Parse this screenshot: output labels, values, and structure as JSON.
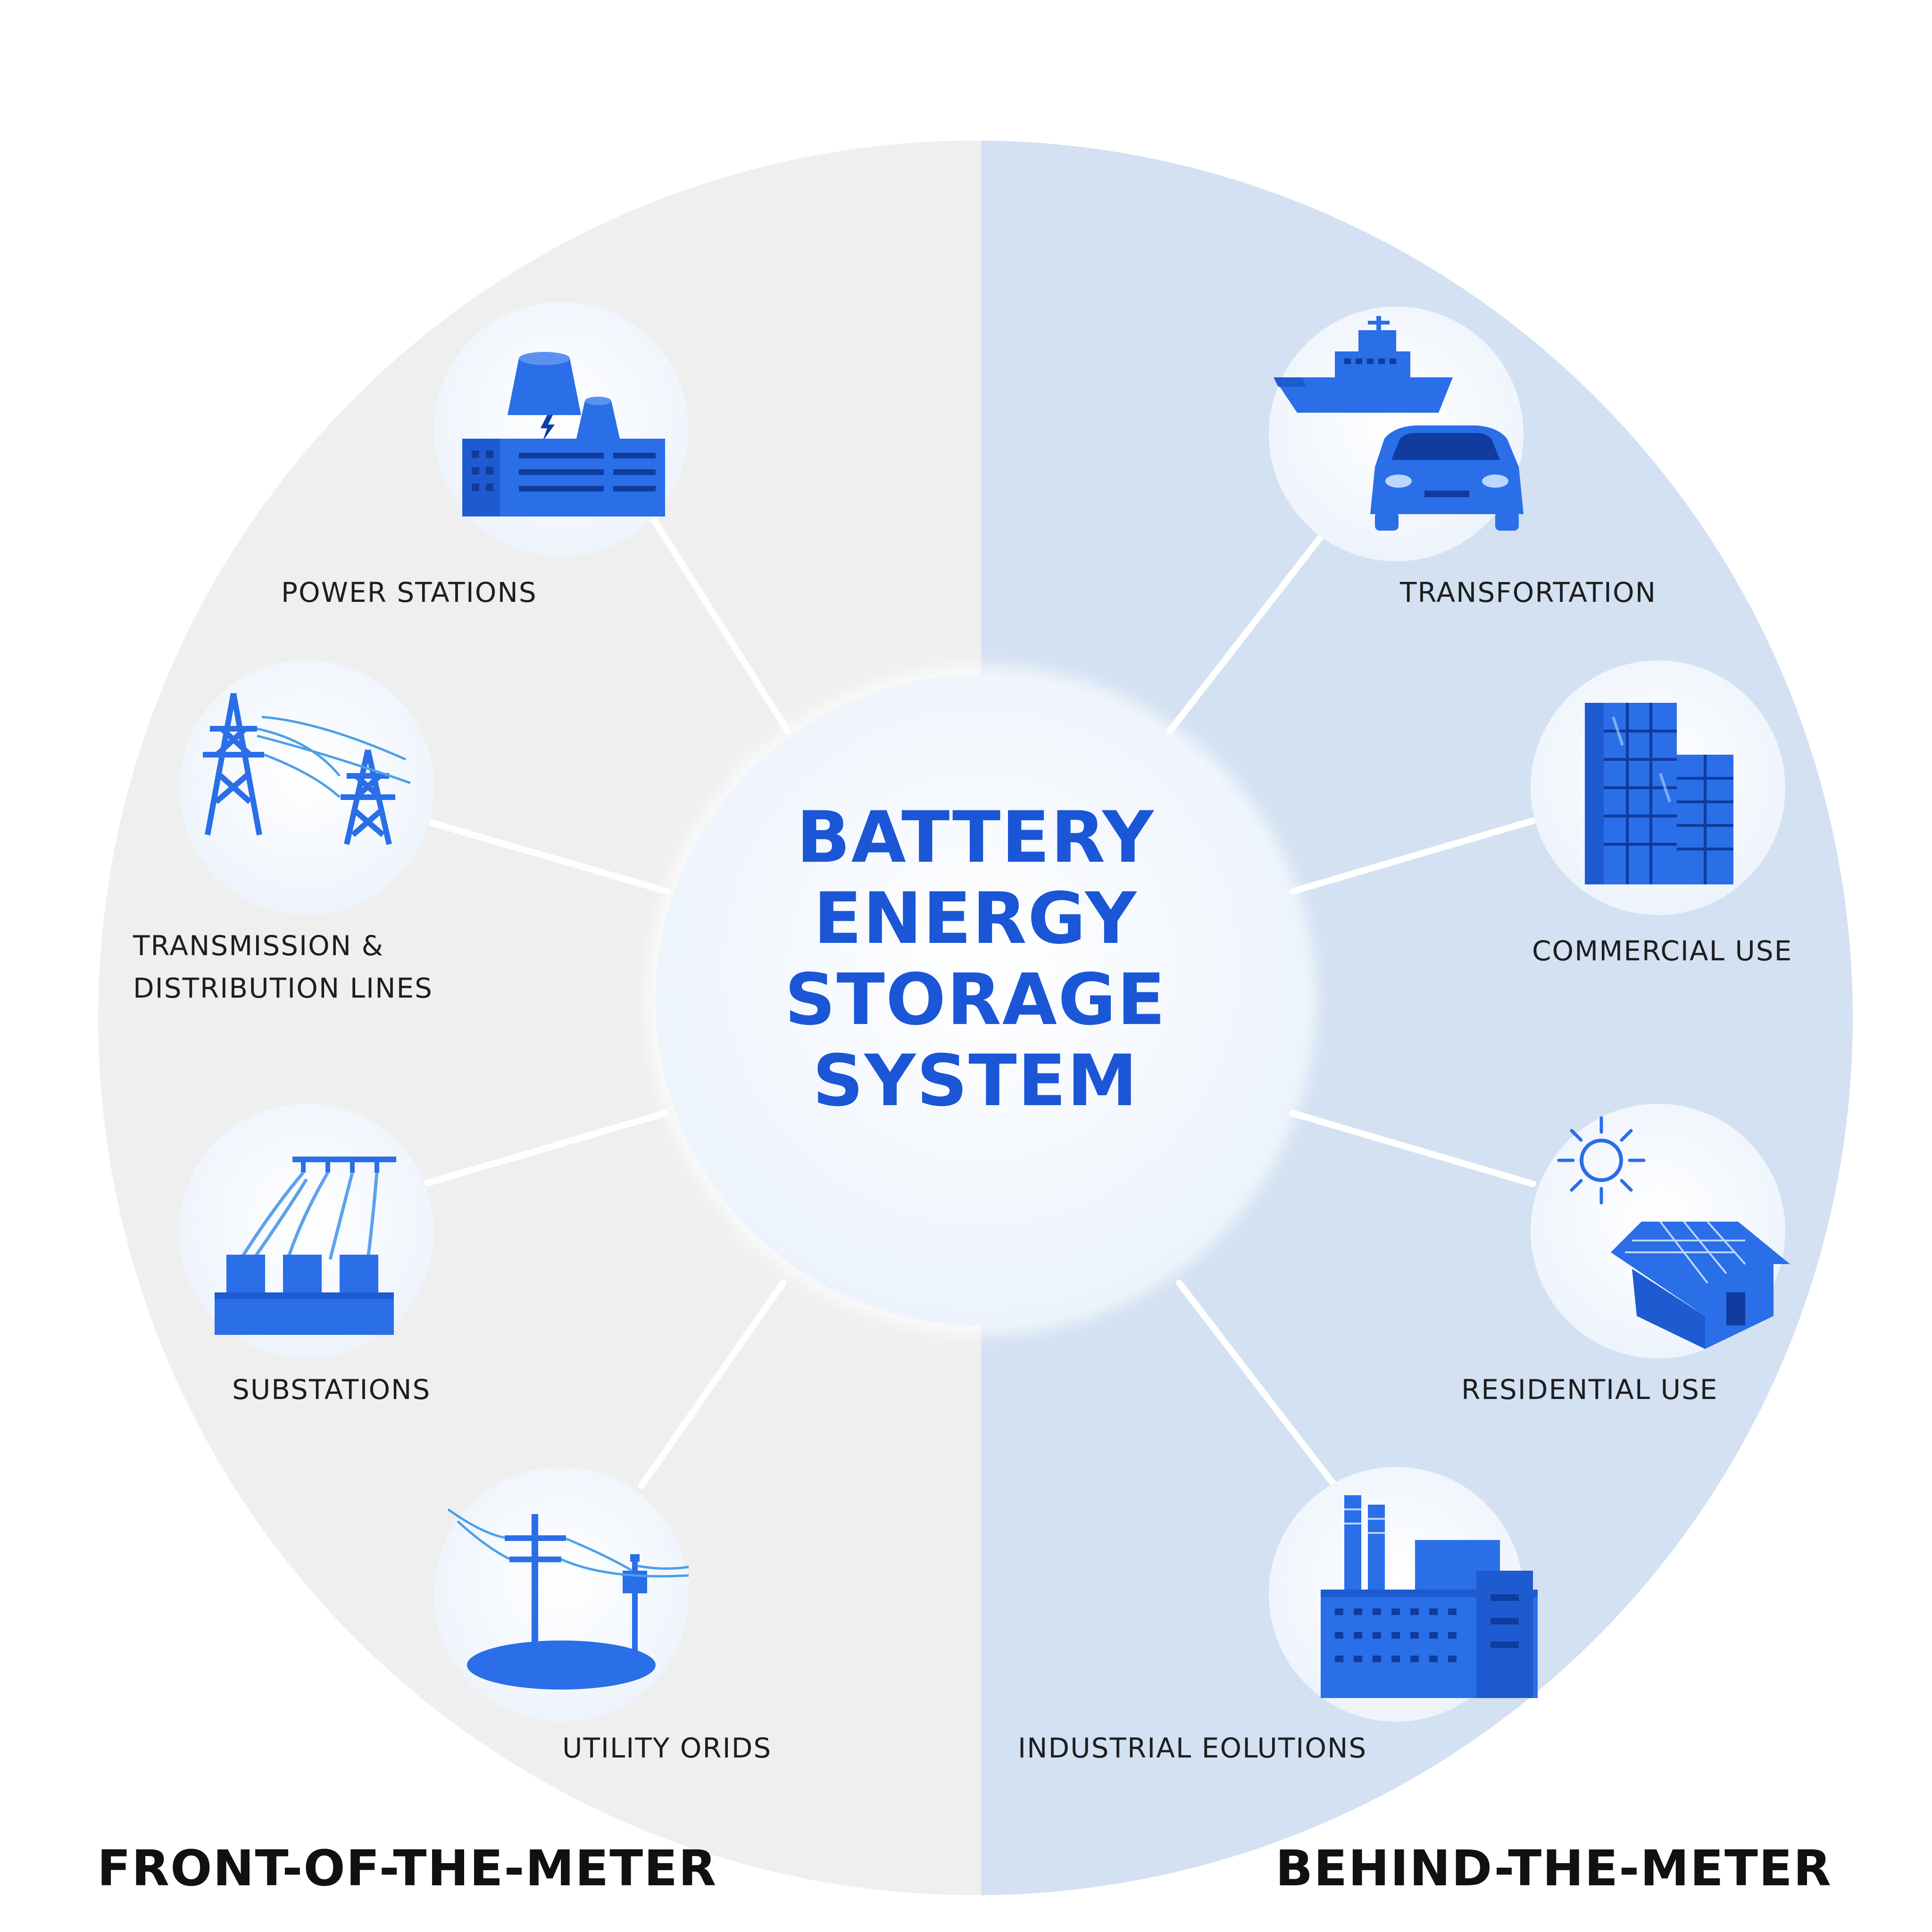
{
  "center": {
    "lines": [
      "BATTERY",
      "ENERGY",
      "STORAGE",
      "SYSTEM"
    ]
  },
  "left": {
    "title": "FRONT-OF-THE-METER",
    "items": [
      {
        "label": "POWER STATIONS",
        "icon": "power-station-icon"
      },
      {
        "label_lines": [
          "TRANSMISSION &",
          "DISTRIBUTION LINES"
        ],
        "icon": "transmission-tower-icon"
      },
      {
        "label": "SUBSTATIONS",
        "icon": "substation-icon"
      },
      {
        "label": "UTILITY ORIDS",
        "icon": "utility-pole-icon"
      }
    ]
  },
  "right": {
    "title": "BEHIND-THE-METER",
    "items": [
      {
        "label": "TRANSFORTATION",
        "icon": "ship-and-car-icon"
      },
      {
        "label": "COMMERCIAL USE",
        "icon": "office-building-icon"
      },
      {
        "label": "RESIDENTIAL USE",
        "icon": "solar-house-icon"
      },
      {
        "label": "INDUSTRIAL EOLUTIONS",
        "icon": "factory-icon"
      }
    ]
  },
  "colors": {
    "accent": "#1a56d6",
    "icon_blue": "#2a6ee8",
    "left_half": "#efefef",
    "right_half": "#d3e1f3",
    "node_fill": "#f4f8fd",
    "label_text": "#1e1e1e"
  }
}
